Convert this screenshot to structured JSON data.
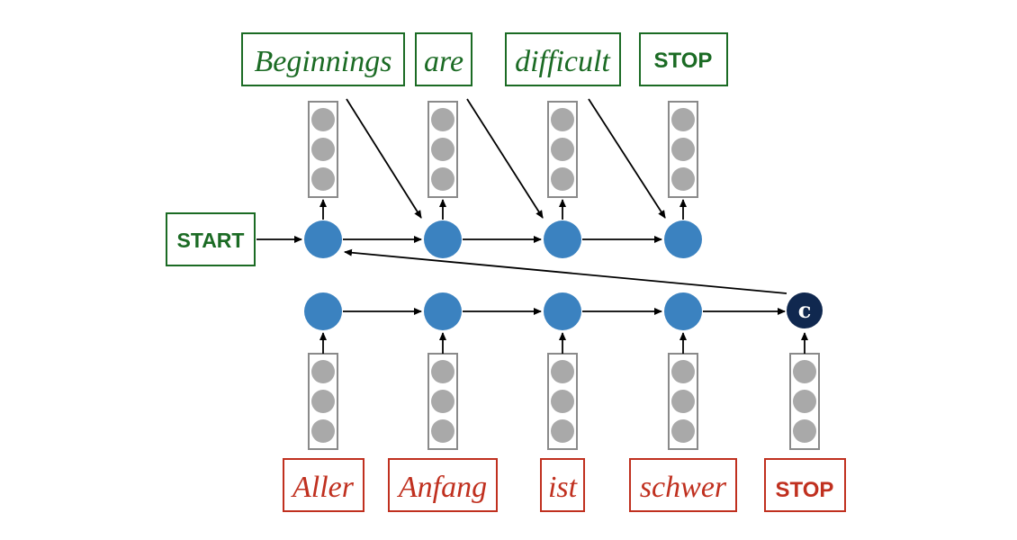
{
  "colors": {
    "green": "#1b6b24",
    "red": "#c0301f",
    "node_blue": "#3b82c0",
    "context_navy": "#10284f",
    "cell_gray": "#a9a9a9",
    "cell_border": "#8a8a8a",
    "arrow": "#000000"
  },
  "decoder": {
    "start_label": "START",
    "output_words": [
      "Beginnings",
      "are",
      "difficult",
      "STOP"
    ]
  },
  "encoder": {
    "input_words": [
      "Aller",
      "Anfang",
      "ist",
      "schwer",
      "STOP"
    ]
  },
  "context": {
    "label": "c"
  }
}
